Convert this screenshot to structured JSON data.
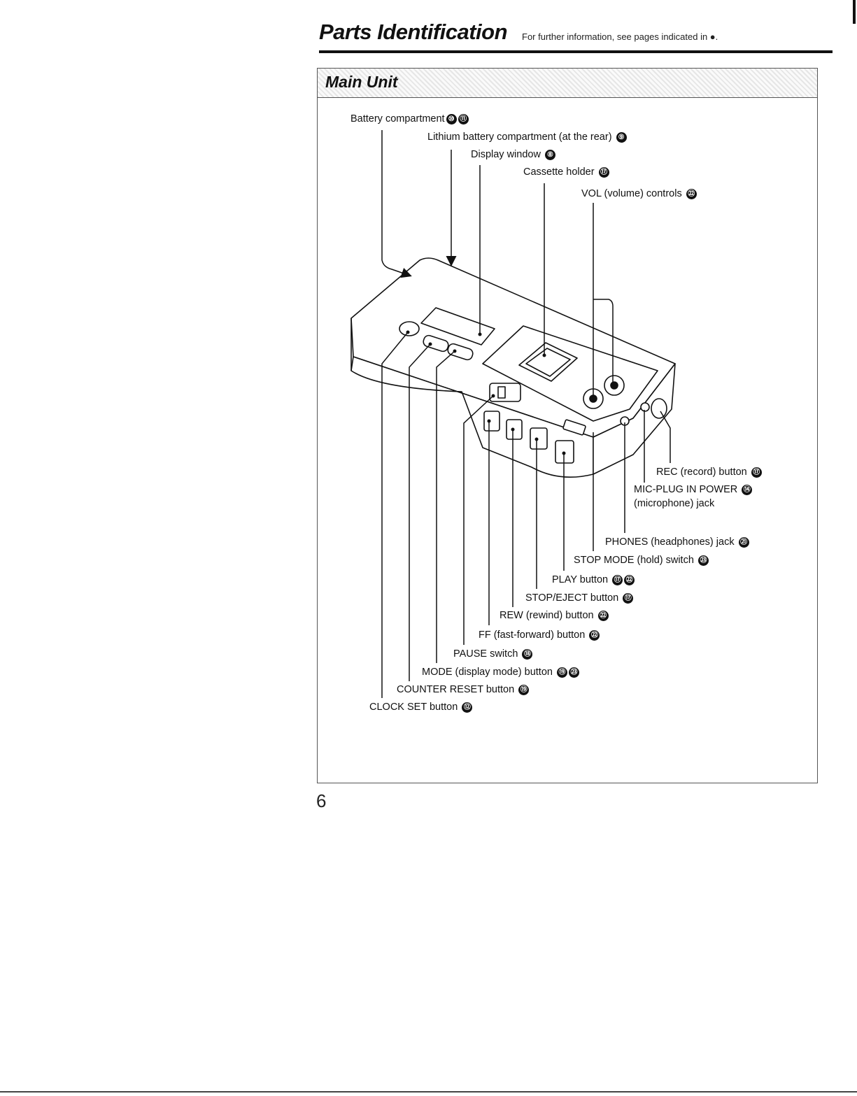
{
  "header": {
    "title": "Parts Identification",
    "subtitle": "For further information, see pages indicated in ●."
  },
  "panel": {
    "title": "Main Unit"
  },
  "labels": [
    {
      "text": "Battery compartment",
      "refs": [
        "⑩",
        "⑪"
      ]
    },
    {
      "text": "Lithium battery compartment (at the rear)",
      "refs": [
        "⑨"
      ]
    },
    {
      "text": "Display window",
      "refs": [
        "⑧"
      ]
    },
    {
      "text": "Cassette holder",
      "refs": [
        "⑰"
      ]
    },
    {
      "text": "VOL (volume) controls",
      "refs": [
        "㉒"
      ]
    },
    {
      "text": "REC (record) button",
      "refs": [
        "⑰"
      ]
    },
    {
      "text": "MIC-PLUG IN POWER",
      "refs": [
        "⑭"
      ]
    },
    {
      "text": "(microphone) jack",
      "refs": []
    },
    {
      "text": "PHONES (headphones) jack",
      "refs": [
        "㉑"
      ]
    },
    {
      "text": "STOP MODE (hold) switch",
      "refs": [
        "㉓"
      ]
    },
    {
      "text": "PLAY button",
      "refs": [
        "⑰",
        "㉒"
      ]
    },
    {
      "text": "STOP/EJECT button",
      "refs": [
        "⑰"
      ]
    },
    {
      "text": "REW (rewind) button",
      "refs": [
        "㉒"
      ]
    },
    {
      "text": "FF (fast-forward) button",
      "refs": [
        "㉒"
      ]
    },
    {
      "text": "PAUSE switch",
      "refs": [
        "⑱"
      ]
    },
    {
      "text": "MODE (display mode) button",
      "refs": [
        "⑲",
        "㉓"
      ]
    },
    {
      "text": "COUNTER RESET button",
      "refs": [
        "⑲"
      ]
    },
    {
      "text": "CLOCK SET button",
      "refs": [
        "⑫"
      ]
    }
  ],
  "page_number": "6"
}
